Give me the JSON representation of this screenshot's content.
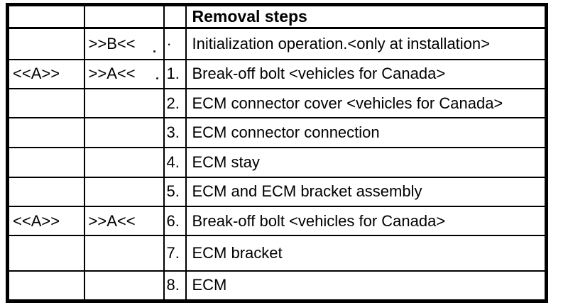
{
  "table": {
    "header": {
      "c1": "",
      "c2": "",
      "c3": "",
      "c4": "Removal steps"
    },
    "rows": [
      {
        "c1": "",
        "c2": ">>B<<",
        "c3": "·",
        "c4": "Initialization operation.<only at installation>"
      },
      {
        "c1": "<<A>>",
        "c2": ">>A<<",
        "c3": "1.",
        "c4": "Break-off bolt <vehicles for Canada>"
      },
      {
        "c1": "",
        "c2": "",
        "c3": "2.",
        "c4": "ECM connector cover <vehicles for Canada>"
      },
      {
        "c1": "",
        "c2": "",
        "c3": "3.",
        "c4": "ECM connector connection"
      },
      {
        "c1": "",
        "c2": "",
        "c3": "4.",
        "c4": "ECM stay"
      },
      {
        "c1": "",
        "c2": "",
        "c3": "5.",
        "c4": "ECM and ECM bracket assembly"
      },
      {
        "c1": "<<A>>",
        "c2": ">>A<<",
        "c3": "6.",
        "c4": "Break-off bolt <vehicles for Canada>"
      },
      {
        "c1": "",
        "c2": "",
        "c3": "7.",
        "c4": "ECM bracket"
      },
      {
        "c1": "",
        "c2": "",
        "c3": "8.",
        "c4": "ECM"
      }
    ]
  }
}
